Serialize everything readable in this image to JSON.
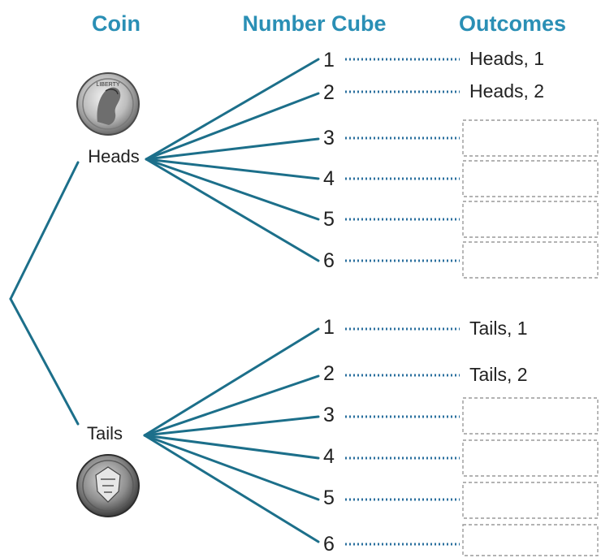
{
  "headers": {
    "coin": "Coin",
    "number_cube": "Number Cube",
    "outcomes": "Outcomes"
  },
  "colors": {
    "accent": "#2a8fb5",
    "branch": "#1c6f8a",
    "dots": "#2a6f9e",
    "box_border": "#9a9a9a"
  },
  "coin": {
    "heads": {
      "label": "Heads",
      "icon": "quarter-heads-icon"
    },
    "tails": {
      "label": "Tails",
      "icon": "quarter-tails-icon"
    }
  },
  "heads_branch": {
    "numbers": [
      "1",
      "2",
      "3",
      "4",
      "5",
      "6"
    ],
    "outcomes": [
      "Heads, 1",
      "Heads, 2",
      "",
      "",
      "",
      ""
    ]
  },
  "tails_branch": {
    "numbers": [
      "1",
      "2",
      "3",
      "4",
      "5",
      "6"
    ],
    "outcomes": [
      "Tails, 1",
      "Tails, 2",
      "",
      "",
      "",
      ""
    ]
  }
}
